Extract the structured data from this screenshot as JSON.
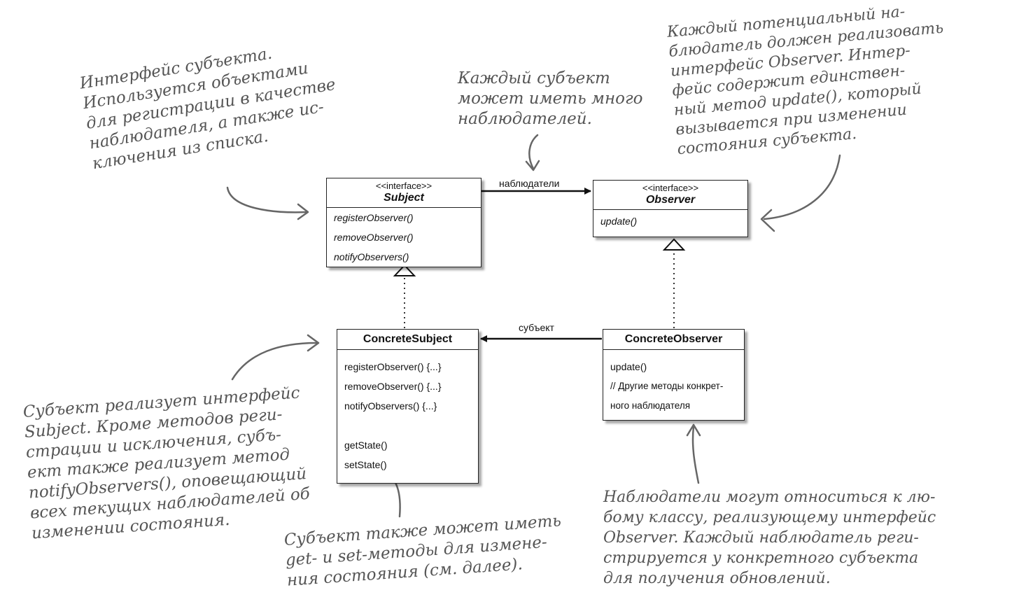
{
  "classes": {
    "subject": {
      "stereotype": "<<interface>>",
      "name": "Subject",
      "methods": [
        "registerObserver()",
        "removeObserver()",
        "notifyObservers()"
      ]
    },
    "observer": {
      "stereotype": "<<interface>>",
      "name": "Observer",
      "methods": [
        "update()"
      ]
    },
    "concrete_subject": {
      "name": "ConcreteSubject",
      "methods": [
        "registerObserver() {...}",
        "removeObserver() {...}",
        "notifyObservers() {...}",
        "getState()",
        "setState()"
      ]
    },
    "concrete_observer": {
      "name": "ConcreteObserver",
      "methods": [
        "update()",
        "// Другие методы конкрет-",
        "ного наблюдателя"
      ]
    }
  },
  "relations": {
    "observers_label": "наблюдатели",
    "subject_label": "субъект"
  },
  "notes": {
    "subject_interface": [
      "Интерфейс субъекта.",
      "Используется объектами",
      "для регистрации в качестве",
      "наблюдателя, а также ис-",
      "ключения из списка."
    ],
    "many_observers": [
      "Каждый субъект",
      "может иметь много",
      "наблюдателей."
    ],
    "observer_interface": [
      "Каждый потенциальный на-",
      "блюдатель должен реализовать",
      "интерфейс Observer. Интер-",
      "фейс содержит единствен-",
      "ный метод update(), который",
      "вызывается при изменении",
      "состояния субъекта."
    ],
    "concrete_subject": [
      "Субъект реализует интерфейс",
      "Subject. Кроме методов реги-",
      "страции и исключения, субъ-",
      "ект также реализует метод",
      "notifyObservers(), оповещающий",
      "всех текущих наблюдателей об",
      "изменении состояния."
    ],
    "get_set": [
      "Субъект также может иметь",
      "get- и set-методы для измене-",
      "ния состояния (см. далее)."
    ],
    "concrete_observer": [
      "Наблюдатели могут относиться к лю-",
      "бому классу, реализующему интерфейс",
      "Observer. Каждый наблюдатель реги-",
      "стрируется у конкретного субъекта",
      "для получения обновлений."
    ]
  }
}
